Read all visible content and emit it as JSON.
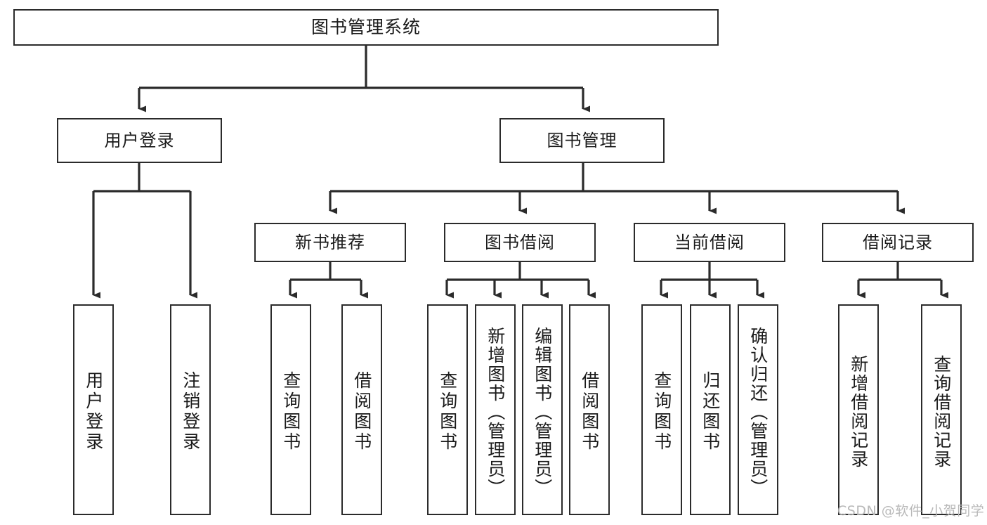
{
  "diagram": {
    "title": "图书管理系统",
    "type": "function-structure-tree",
    "watermark": "CSDN @软件_小贺同学",
    "colors": {
      "box_border": "#2b2b2b",
      "box_fill": "#ffffff",
      "edge": "#2b2b2b",
      "text": "#1a1a1a",
      "background": "#ffffff",
      "watermark": "#b9b9b9"
    },
    "levels": [
      {
        "level": 1,
        "nodes": [
          {
            "id": "root",
            "label": "图书管理系统",
            "orientation": "horizontal"
          }
        ]
      },
      {
        "level": 2,
        "nodes": [
          {
            "id": "l2-1",
            "label": "用户登录",
            "orientation": "horizontal",
            "parent": "root"
          },
          {
            "id": "l2-2",
            "label": "图书管理",
            "orientation": "horizontal",
            "parent": "root"
          }
        ]
      },
      {
        "level": 3,
        "nodes": [
          {
            "id": "l3-1",
            "label": "新书推荐",
            "orientation": "horizontal",
            "parent": "l2-2"
          },
          {
            "id": "l3-2",
            "label": "图书借阅",
            "orientation": "horizontal",
            "parent": "l2-2"
          },
          {
            "id": "l3-3",
            "label": "当前借阅",
            "orientation": "horizontal",
            "parent": "l2-2"
          },
          {
            "id": "l3-4",
            "label": "借阅记录",
            "orientation": "horizontal",
            "parent": "l2-2"
          }
        ]
      },
      {
        "level": 4,
        "nodes": [
          {
            "id": "l4-1",
            "label": "用户登录",
            "orientation": "vertical",
            "parent": "l2-1"
          },
          {
            "id": "l4-2",
            "label": "注销登录",
            "orientation": "vertical",
            "parent": "l2-1"
          },
          {
            "id": "l4-3",
            "label": "查询图书",
            "orientation": "vertical",
            "parent": "l3-1"
          },
          {
            "id": "l4-4",
            "label": "借阅图书",
            "orientation": "vertical",
            "parent": "l3-1"
          },
          {
            "id": "l4-5",
            "label": "查询图书",
            "orientation": "vertical",
            "parent": "l3-2"
          },
          {
            "id": "l4-6",
            "label": "新增图书（管理员）",
            "orientation": "vertical",
            "parent": "l3-2"
          },
          {
            "id": "l4-7",
            "label": "编辑图书（管理员）",
            "orientation": "vertical",
            "parent": "l3-2"
          },
          {
            "id": "l4-8",
            "label": "借阅图书",
            "orientation": "vertical",
            "parent": "l3-2"
          },
          {
            "id": "l4-9",
            "label": "查询图书",
            "orientation": "vertical",
            "parent": "l3-3"
          },
          {
            "id": "l4-10",
            "label": "归还图书",
            "orientation": "vertical",
            "parent": "l3-3"
          },
          {
            "id": "l4-11",
            "label": "确认归还（管理员）",
            "orientation": "vertical",
            "parent": "l3-3"
          },
          {
            "id": "l4-12",
            "label": "新增借阅记录",
            "orientation": "vertical",
            "parent": "l3-4"
          },
          {
            "id": "l4-13",
            "label": "查询借阅记录",
            "orientation": "vertical",
            "parent": "l3-4"
          }
        ]
      }
    ]
  }
}
